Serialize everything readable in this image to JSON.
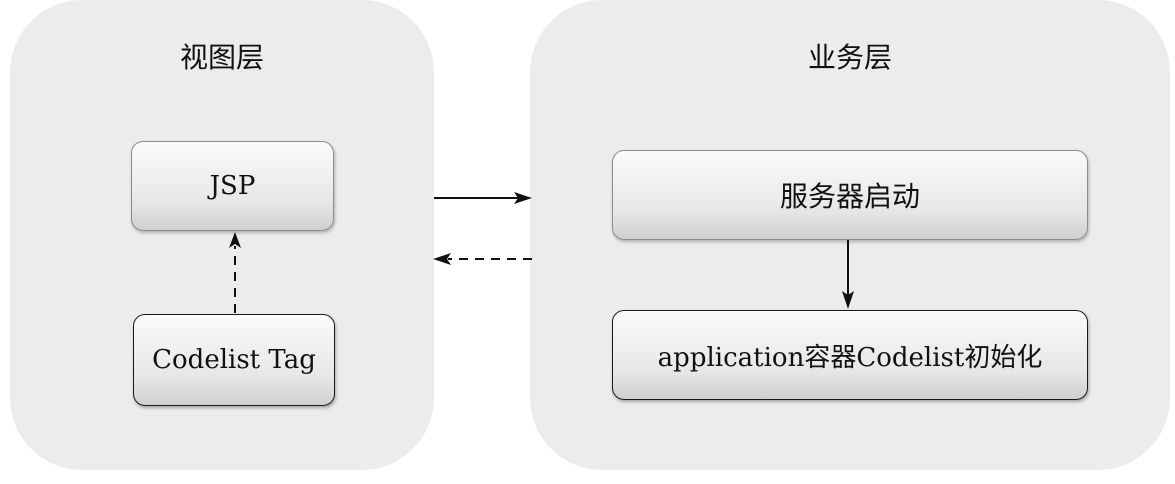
{
  "view_layer": {
    "title": "视图层",
    "jsp_label": "JSP",
    "tag_label": "Codelist Tag"
  },
  "business_layer": {
    "title": "业务层",
    "server_start_label": "服务器启动",
    "init_label": "application容器Codelist初始化"
  }
}
